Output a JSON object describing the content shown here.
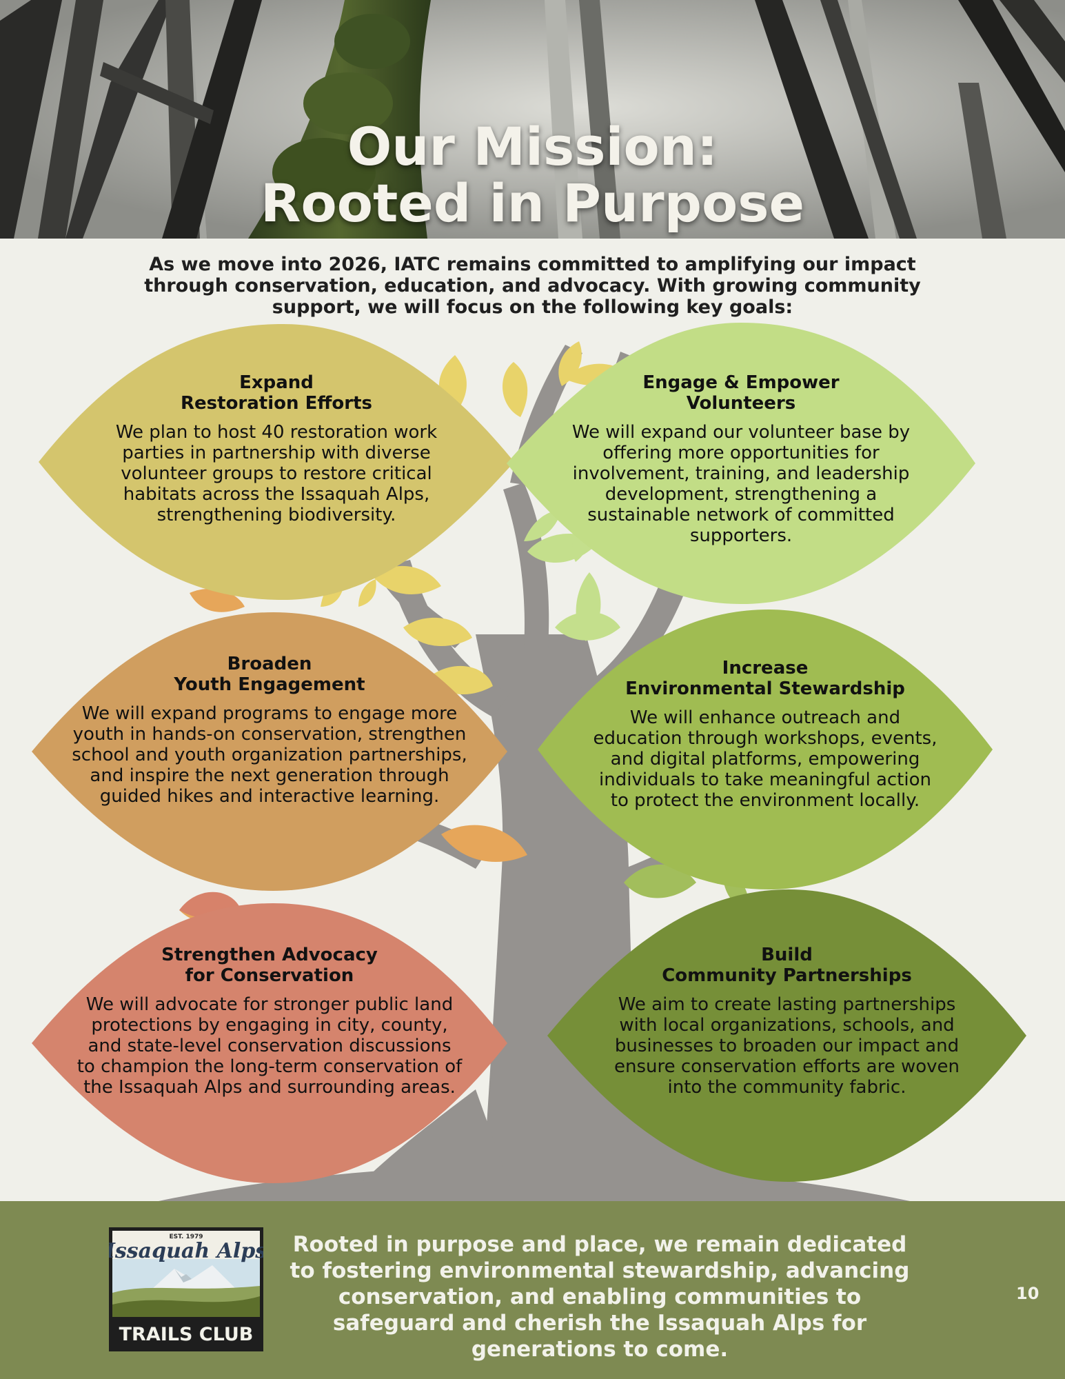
{
  "hero": {
    "title_line1": "Our Mission:",
    "title_line2": "Rooted in Purpose"
  },
  "intro": "As we move into 2026, IATC remains committed to amplifying our impact through conservation, education, and advocacy. With growing community support, we will focus on the following key goals:",
  "goals": [
    {
      "title_line1": "Expand",
      "title_line2": "Restoration Efforts",
      "body": "We plan to host 40 restoration work parties in partnership with diverse volunteer groups to restore critical habitats across the Issaquah Alps, strengthening biodiversity.",
      "color": "#d4c56d"
    },
    {
      "title_line1": "Engage & Empower",
      "title_line2": "Volunteers",
      "body": "We will expand our volunteer base by offering more opportunities for involvement, training, and leadership development, strengthening a sustainable network of committed supporters.",
      "color": "#c2dd86"
    },
    {
      "title_line1": "Broaden",
      "title_line2": "Youth Engagement",
      "body": "We will expand programs to engage more youth in hands-on conservation, strengthen school and youth organization partnerships, and inspire the next generation through guided hikes and interactive learning.",
      "color": "#d09e5f"
    },
    {
      "title_line1": "Increase",
      "title_line2": "Environmental Stewardship",
      "body": "We will enhance outreach and education through workshops, events, and digital platforms, empowering individuals to take meaningful action to protect the environment locally.",
      "color": "#a0bc52"
    },
    {
      "title_line1": "Strengthen Advocacy",
      "title_line2": "for Conservation",
      "body": "We will advocate for stronger public land protections by engaging in city, county, and state-level conservation discussions to champion the long-term conservation of the Issaquah Alps and surrounding areas.",
      "color": "#d5846d"
    },
    {
      "title_line1": "Build",
      "title_line2": "Community Partnerships",
      "body": "We aim to create lasting partnerships with local organizations, schools, and businesses to broaden our impact and ensure conservation efforts are woven into the community fabric.",
      "color": "#768f38"
    }
  ],
  "footer": {
    "logo_est": "EST. 1979",
    "logo_script": "Issaquah Alps",
    "logo_name": "TRAILS CLUB",
    "closing": "Rooted in purpose and place, we remain dedicated to fostering environmental stewardship, advancing conservation, and enabling communities to safeguard and cherish the Issaquah Alps for generations to come.",
    "page_number": "10",
    "background": "#7e8a52"
  }
}
